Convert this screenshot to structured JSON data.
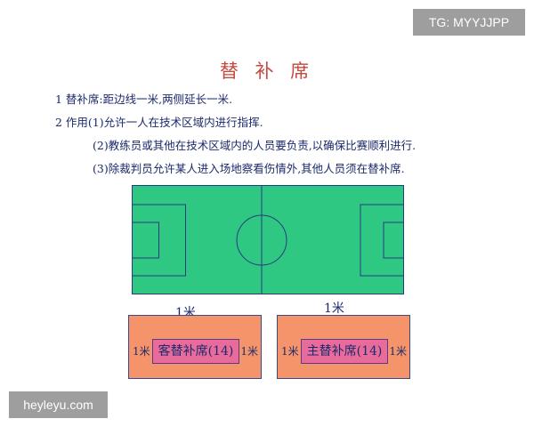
{
  "watermark": {
    "tg": "TG: MYYJJPP",
    "site": "heyleyu.com"
  },
  "title": "替 补 席",
  "rules": [
    "1 替补席:距边线一米,两侧延长一米.",
    "2 作用(1)允许一人在技术区域内进行指挥.",
    "(2)教练员或其他在技术区域内的人员要负责,以确保比赛顺利进行.",
    "(3)除裁判员允许某人进入场地察看伤情外,其他人员须在替补席."
  ],
  "diagram": {
    "pitch_color": "#2ec882",
    "line_color": "#2a3a80",
    "bench_color": "#f5946a",
    "seat_color": "#e96b9c",
    "distance_label_away": "1米",
    "distance_label_home": "1米",
    "away_bench": {
      "seat_label": "客替补席(14)",
      "left_extension": "1米",
      "right_extension": "1米"
    },
    "home_bench": {
      "seat_label": "主替补席(14)",
      "left_extension": "1米",
      "right_extension": "1米"
    }
  }
}
